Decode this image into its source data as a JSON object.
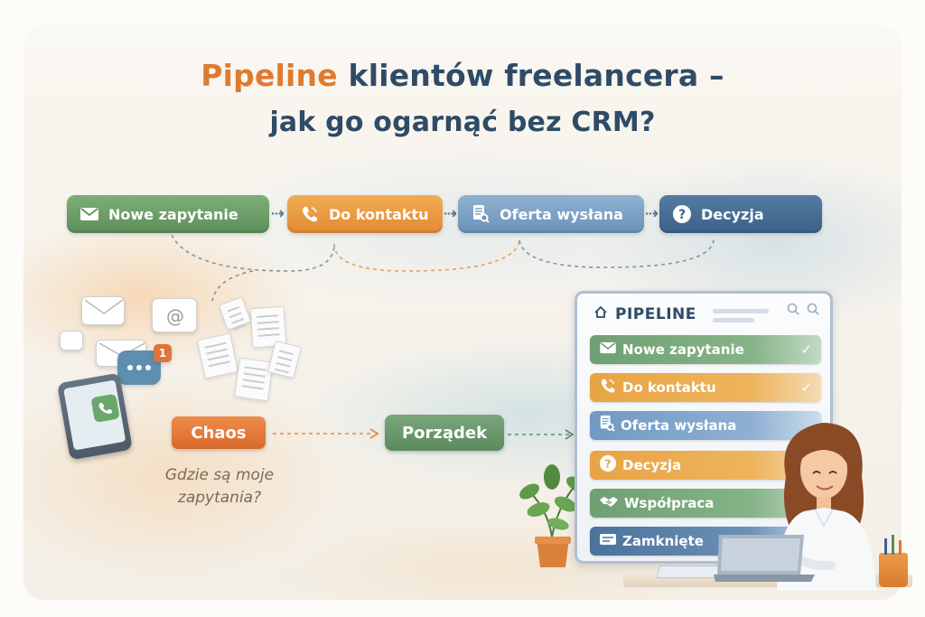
{
  "title": {
    "line1_accent": "Pipeline",
    "line1_rest": "klientów freelancera –",
    "line2": "jak go ogarnąć bez CRM?"
  },
  "top_flow": [
    {
      "label": "Nowe zapytanie",
      "icon": "envelope-icon",
      "color": "#6b9d67"
    },
    {
      "label": "Do kontaktu",
      "icon": "phone-icon",
      "color": "#e9993f"
    },
    {
      "label": "Oferta wysłana",
      "icon": "document-search-icon",
      "color": "#7ea3c7"
    },
    {
      "label": "Decyzja",
      "icon": "question-icon",
      "color": "#4a6f97"
    }
  ],
  "middle": {
    "chaos_label": "Chaos",
    "order_label": "Porządek",
    "question": "Gdzie są moje zapytania?",
    "notification_count": "1"
  },
  "panel": {
    "title": "PIPELINE",
    "rows": [
      {
        "label": "Nowe zapytanie",
        "icon": "envelope-icon",
        "checked": true
      },
      {
        "label": "Do kontaktu",
        "icon": "phone-icon",
        "checked": true
      },
      {
        "label": "Oferta wysłana",
        "icon": "document-search-icon",
        "checked": false
      },
      {
        "label": "Decyzja",
        "icon": "question-icon",
        "checked": false
      },
      {
        "label": "Współpraca",
        "icon": "handshake-icon",
        "checked": false
      },
      {
        "label": "Zamknięte",
        "icon": "card-icon",
        "checked": false
      }
    ],
    "check_glyph": "✓"
  }
}
